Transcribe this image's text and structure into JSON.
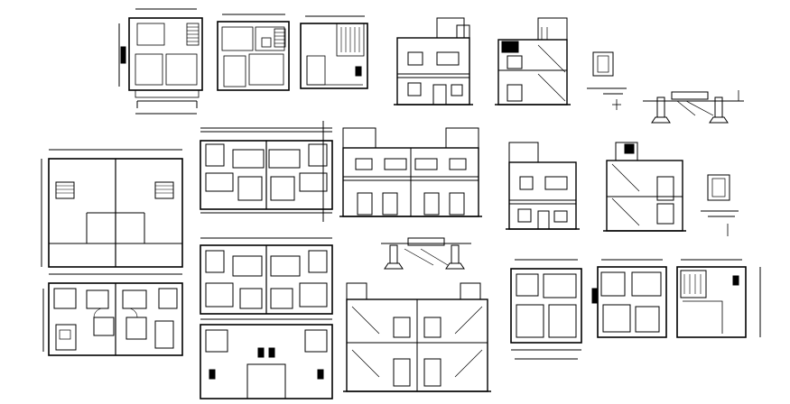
{
  "sheet": {
    "title": "",
    "background": "#ffffff",
    "line_color": "#000000"
  },
  "drawings": [
    {
      "id": "plan-a-ground",
      "kind": "floor-plan"
    },
    {
      "id": "plan-a-first",
      "kind": "floor-plan"
    },
    {
      "id": "plan-a-terrace",
      "kind": "floor-plan"
    },
    {
      "id": "front-elevation-single",
      "kind": "elevation"
    },
    {
      "id": "section-single",
      "kind": "section"
    },
    {
      "id": "detail-small-1",
      "kind": "detail"
    },
    {
      "id": "footing-detail-1",
      "kind": "detail"
    },
    {
      "id": "plan-twin-large",
      "kind": "floor-plan"
    },
    {
      "id": "plan-twin-ground",
      "kind": "floor-plan"
    },
    {
      "id": "front-elevation-twin",
      "kind": "elevation"
    },
    {
      "id": "front-elevation-single-2",
      "kind": "elevation"
    },
    {
      "id": "section-single-2",
      "kind": "section"
    },
    {
      "id": "detail-small-2",
      "kind": "detail"
    },
    {
      "id": "plan-twin-furnished",
      "kind": "floor-plan"
    },
    {
      "id": "plan-twin-first",
      "kind": "floor-plan"
    },
    {
      "id": "footing-detail-2",
      "kind": "detail"
    },
    {
      "id": "plan-twin-terrace",
      "kind": "floor-plan"
    },
    {
      "id": "section-twin",
      "kind": "section"
    },
    {
      "id": "plan-b-ground",
      "kind": "floor-plan"
    },
    {
      "id": "plan-b-first",
      "kind": "floor-plan"
    },
    {
      "id": "plan-b-terrace",
      "kind": "floor-plan"
    }
  ]
}
